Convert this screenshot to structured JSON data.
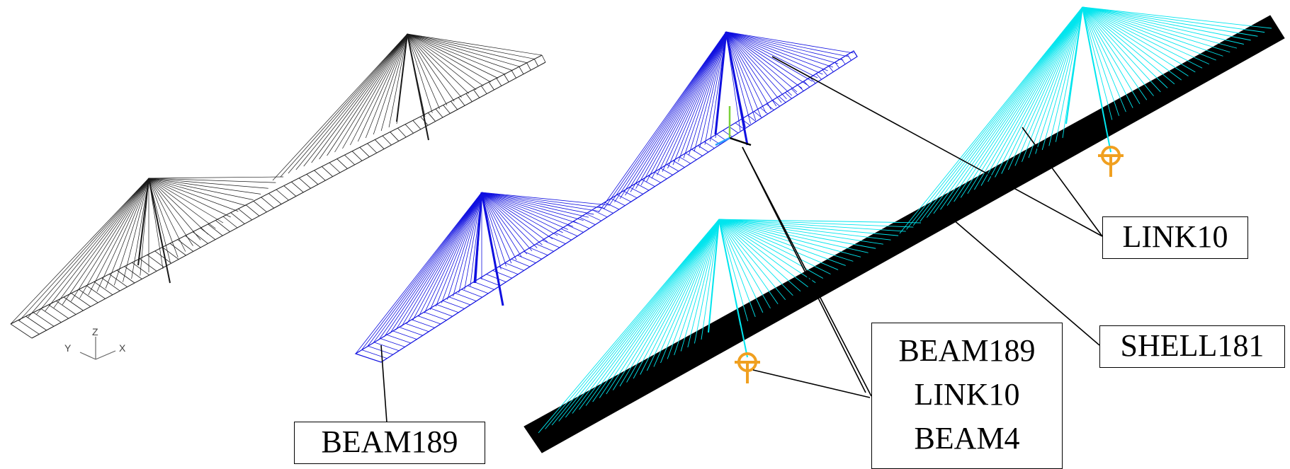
{
  "axis_triad": {
    "z": "Z",
    "y": "Y",
    "x": "X"
  },
  "labels": {
    "beam189_left": "BEAM189",
    "group_center": [
      "BEAM189",
      "LINK10",
      "BEAM4"
    ],
    "link10_right": "LINK10",
    "shell181_right": "SHELL181"
  },
  "colors": {
    "wire_model": "#1a1a1a",
    "beam_model": "#1010e0",
    "cable_model": "#00e5ee",
    "deck_fill": "#000000",
    "support": "#f0a020",
    "axis_green": "#7bd13a"
  }
}
